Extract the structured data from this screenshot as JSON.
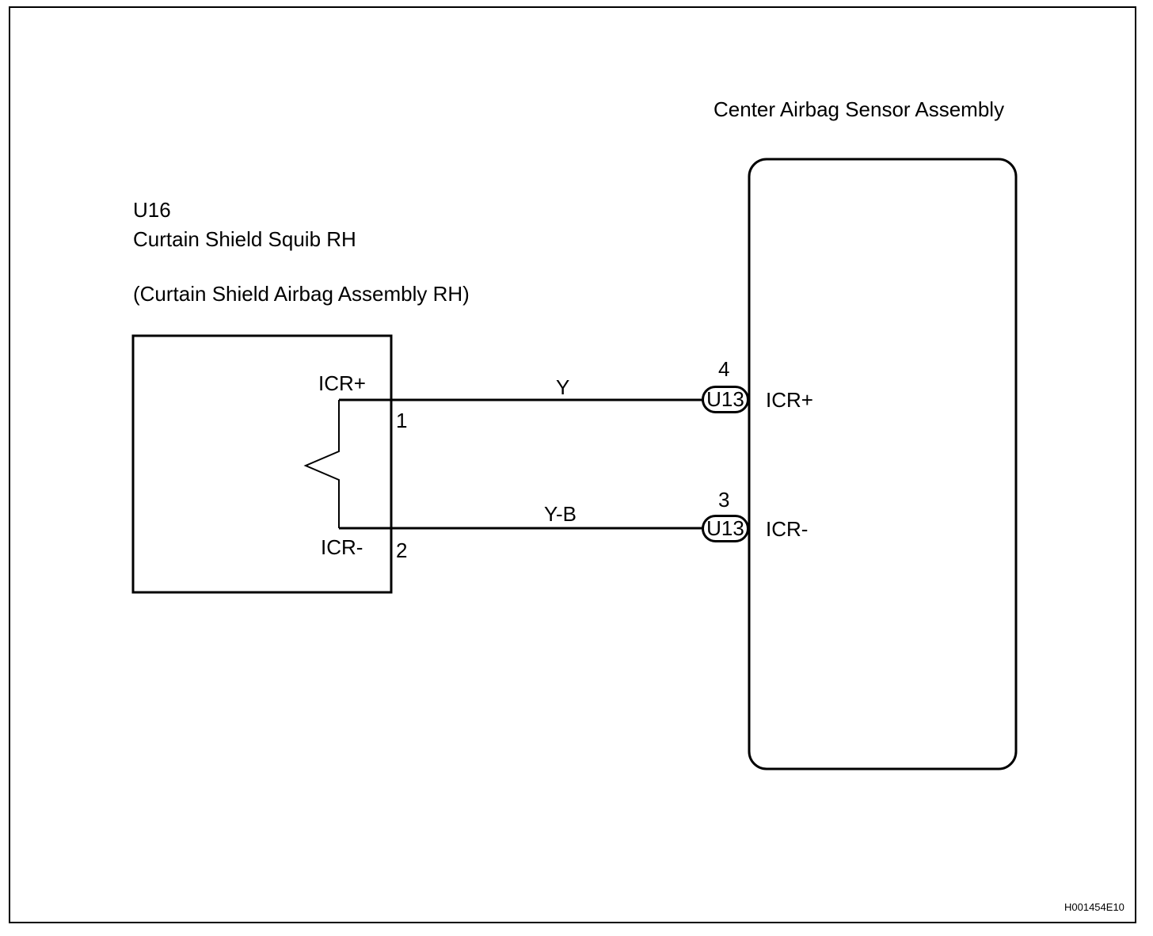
{
  "sensor": {
    "title": "Center Airbag Sensor Assembly",
    "pins": [
      {
        "number": "4",
        "connector": "U13",
        "terminal": "ICR+"
      },
      {
        "number": "3",
        "connector": "U13",
        "terminal": "ICR-"
      }
    ]
  },
  "squib": {
    "code": "U16",
    "name": "Curtain Shield Squib RH",
    "assembly": "(Curtain Shield Airbag Assembly RH)",
    "terminals": [
      {
        "label": "ICR+",
        "pin": "1"
      },
      {
        "label": "ICR-",
        "pin": "2"
      }
    ]
  },
  "wires": [
    {
      "color_code": "Y"
    },
    {
      "color_code": "Y-B"
    }
  ],
  "figure_id": "H001454E10"
}
